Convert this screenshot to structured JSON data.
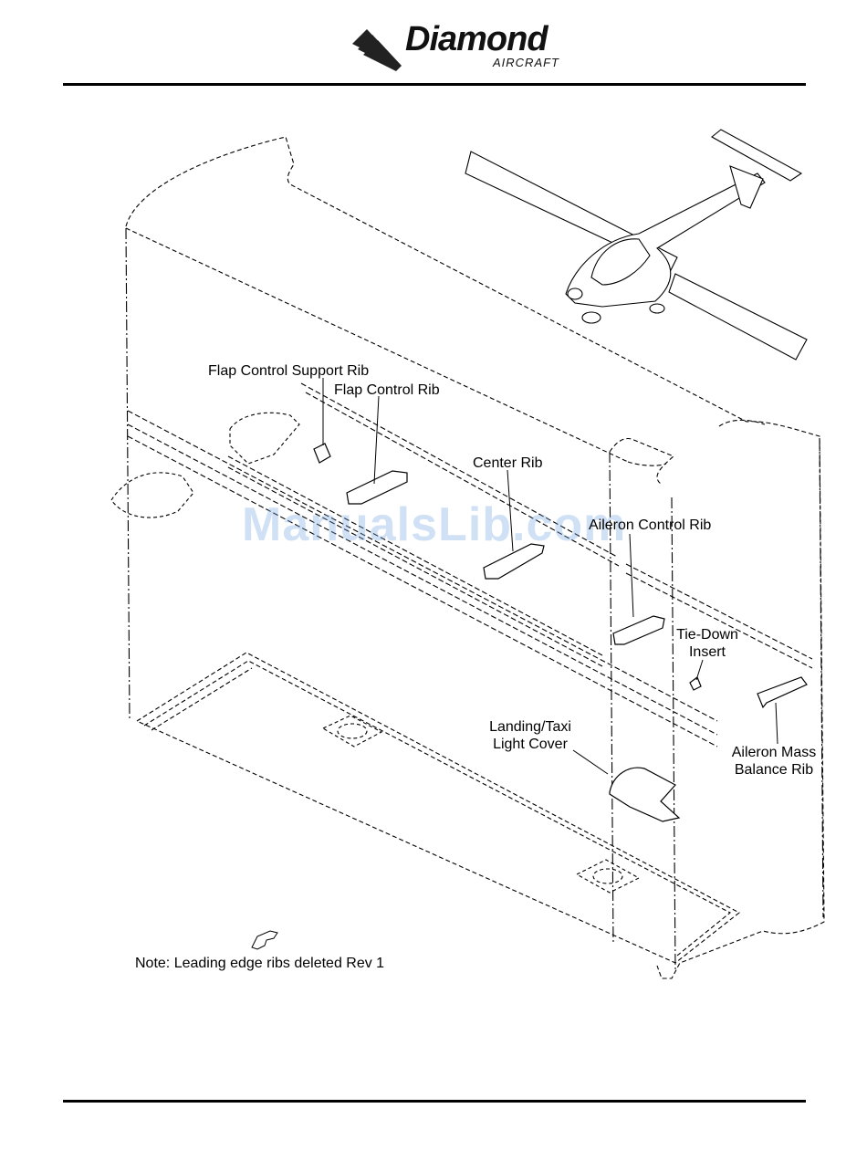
{
  "header": {
    "brand_name": "Diamond",
    "brand_sub": "AIRCRAFT"
  },
  "callouts": {
    "flap_support_rib": "Flap Control Support Rib",
    "flap_control_rib": "Flap Control Rib",
    "center_rib": "Center Rib",
    "aileron_control_rib": "Aileron Control Rib",
    "tie_down_line1": "Tie-Down",
    "tie_down_line2": "Insert",
    "landing_light_line1": "Landing/Taxi",
    "landing_light_line2": "Light Cover",
    "aileron_mass_line1": "Aileron Mass",
    "aileron_mass_line2": "Balance Rib"
  },
  "note": "Note:  Leading edge ribs deleted Rev 1",
  "watermark": "ManualsLib.com",
  "icons": {
    "brand_logo": "diamond-wing-logo",
    "note_pointer": "pointing-hand-icon"
  }
}
